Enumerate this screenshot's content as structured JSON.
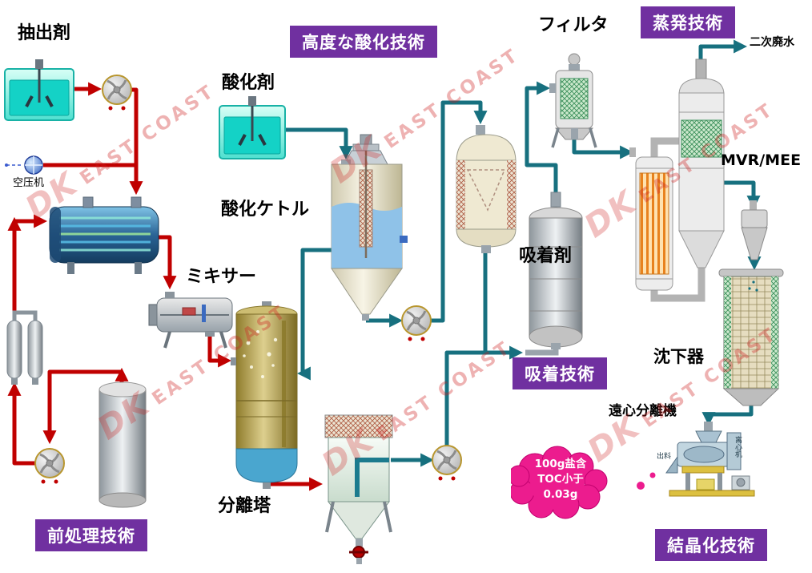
{
  "watermark": {
    "dk": "DK",
    "rest": "EAST COAST"
  },
  "banners": {
    "pretreatment": "前処理技術",
    "advanced_oxidation": "高度な酸化技術",
    "adsorption": "吸着技術",
    "evaporation": "蒸発技術",
    "crystallization": "結晶化技術"
  },
  "labels": {
    "extractant": "抽出剤",
    "air_compressor": "空压机",
    "oxidant": "酸化剤",
    "oxidation_kettle": "酸化ケトル",
    "mixer": "ミキサー",
    "separation_tower": "分離塔",
    "adsorbent": "吸着剤",
    "filter": "フィルタ",
    "secondary_wastewater": "二次廃水",
    "mvr_mee": "MVR/MEE",
    "settler": "沈下器",
    "centrifuge": "遠心分離機",
    "centrifuge_machine_tag": "离心机",
    "discharge_tag": "出料"
  },
  "callout": {
    "line1": "100g盐含",
    "line2": "TOC小于",
    "line3": "0.03g"
  },
  "colors": {
    "banner_purple": "#7030a0",
    "red_flow": "#c00000",
    "teal_flow": "#17707f",
    "callout_pink": "#ec1c8e",
    "watermark_red": "#cd1e1e"
  }
}
